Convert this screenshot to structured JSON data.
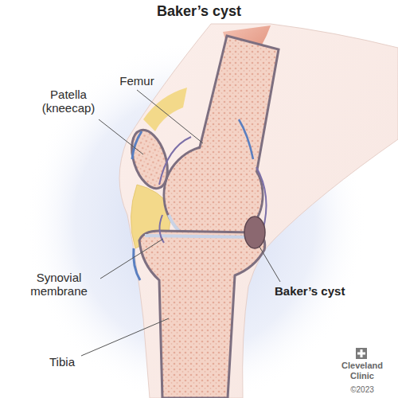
{
  "diagram": {
    "title": "Baker’s cyst",
    "labels": [
      "Femur",
      "Patella (kneecap)",
      "Synovial membrane",
      "Baker’s cyst",
      "Tibia",
      "Cleveland Clinic",
      "©2023"
    ]
  }
}
